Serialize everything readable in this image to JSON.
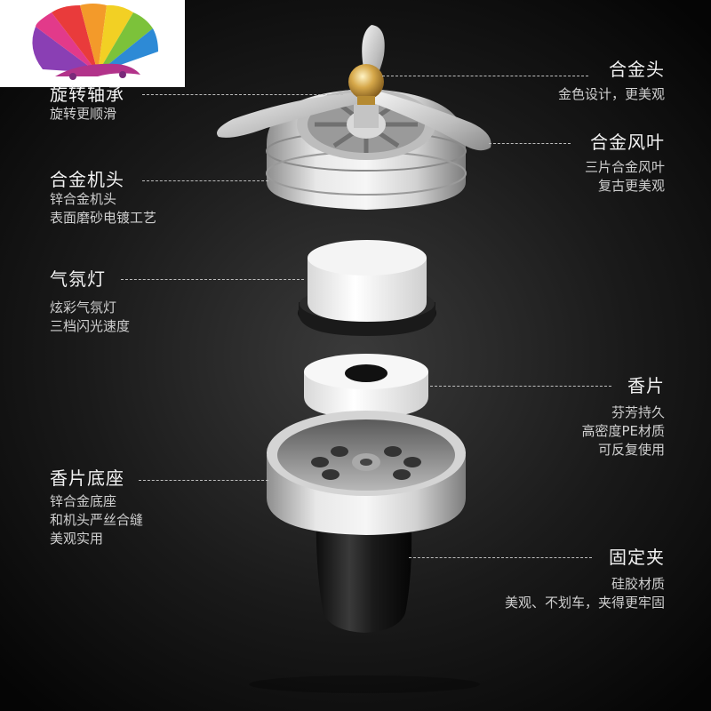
{
  "labels": {
    "l1": {
      "title": "旋转轴承",
      "lines": [
        "旋转更顺滑"
      ]
    },
    "l2": {
      "title": "合金机头",
      "lines": [
        "锌合金机头",
        "表面磨砂电镀工艺"
      ]
    },
    "l3": {
      "title": "气氛灯",
      "lines": [
        "炫彩气氛灯",
        "三档闪光速度"
      ]
    },
    "l4": {
      "title": "香片底座",
      "lines": [
        "锌合金底座",
        "和机头严丝合缝",
        "美观实用"
      ]
    },
    "r1": {
      "title": "合金头",
      "lines": [
        "金色设计，更美观"
      ]
    },
    "r2": {
      "title": "合金风叶",
      "lines": [
        "三片合金风叶",
        "复古更美观"
      ]
    },
    "r3": {
      "title": "香片",
      "lines": [
        "芬芳持久",
        "高密度PE材质",
        "可反复使用"
      ]
    },
    "r4": {
      "title": "固定夹",
      "lines": [
        "硅胶材质",
        "美观、不划车，夹得更牢固"
      ]
    }
  },
  "colors": {
    "accent_gold": "#c8a04a",
    "silver": "#c9c9c9",
    "background": "#1a1a1a"
  },
  "icons": [
    "peacock-fan-logo"
  ]
}
